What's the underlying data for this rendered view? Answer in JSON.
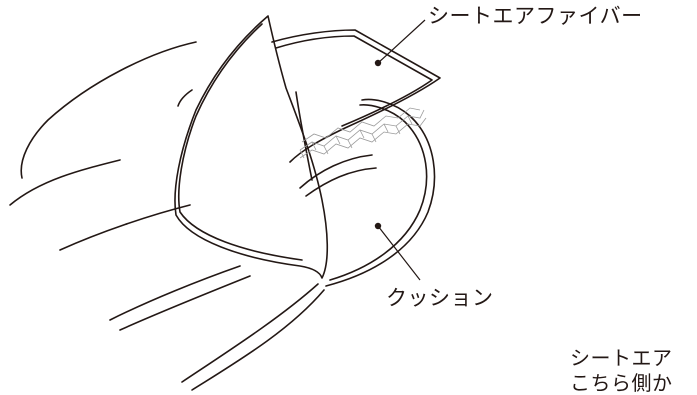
{
  "labels": {
    "fiber": "シートエアファイバー",
    "cushion": "クッション"
  },
  "note": {
    "line1": "シートエア",
    "line2": "こちら側か"
  },
  "colors": {
    "line": "#231815",
    "mesh": "#9a9a9a",
    "background": "#ffffff"
  }
}
